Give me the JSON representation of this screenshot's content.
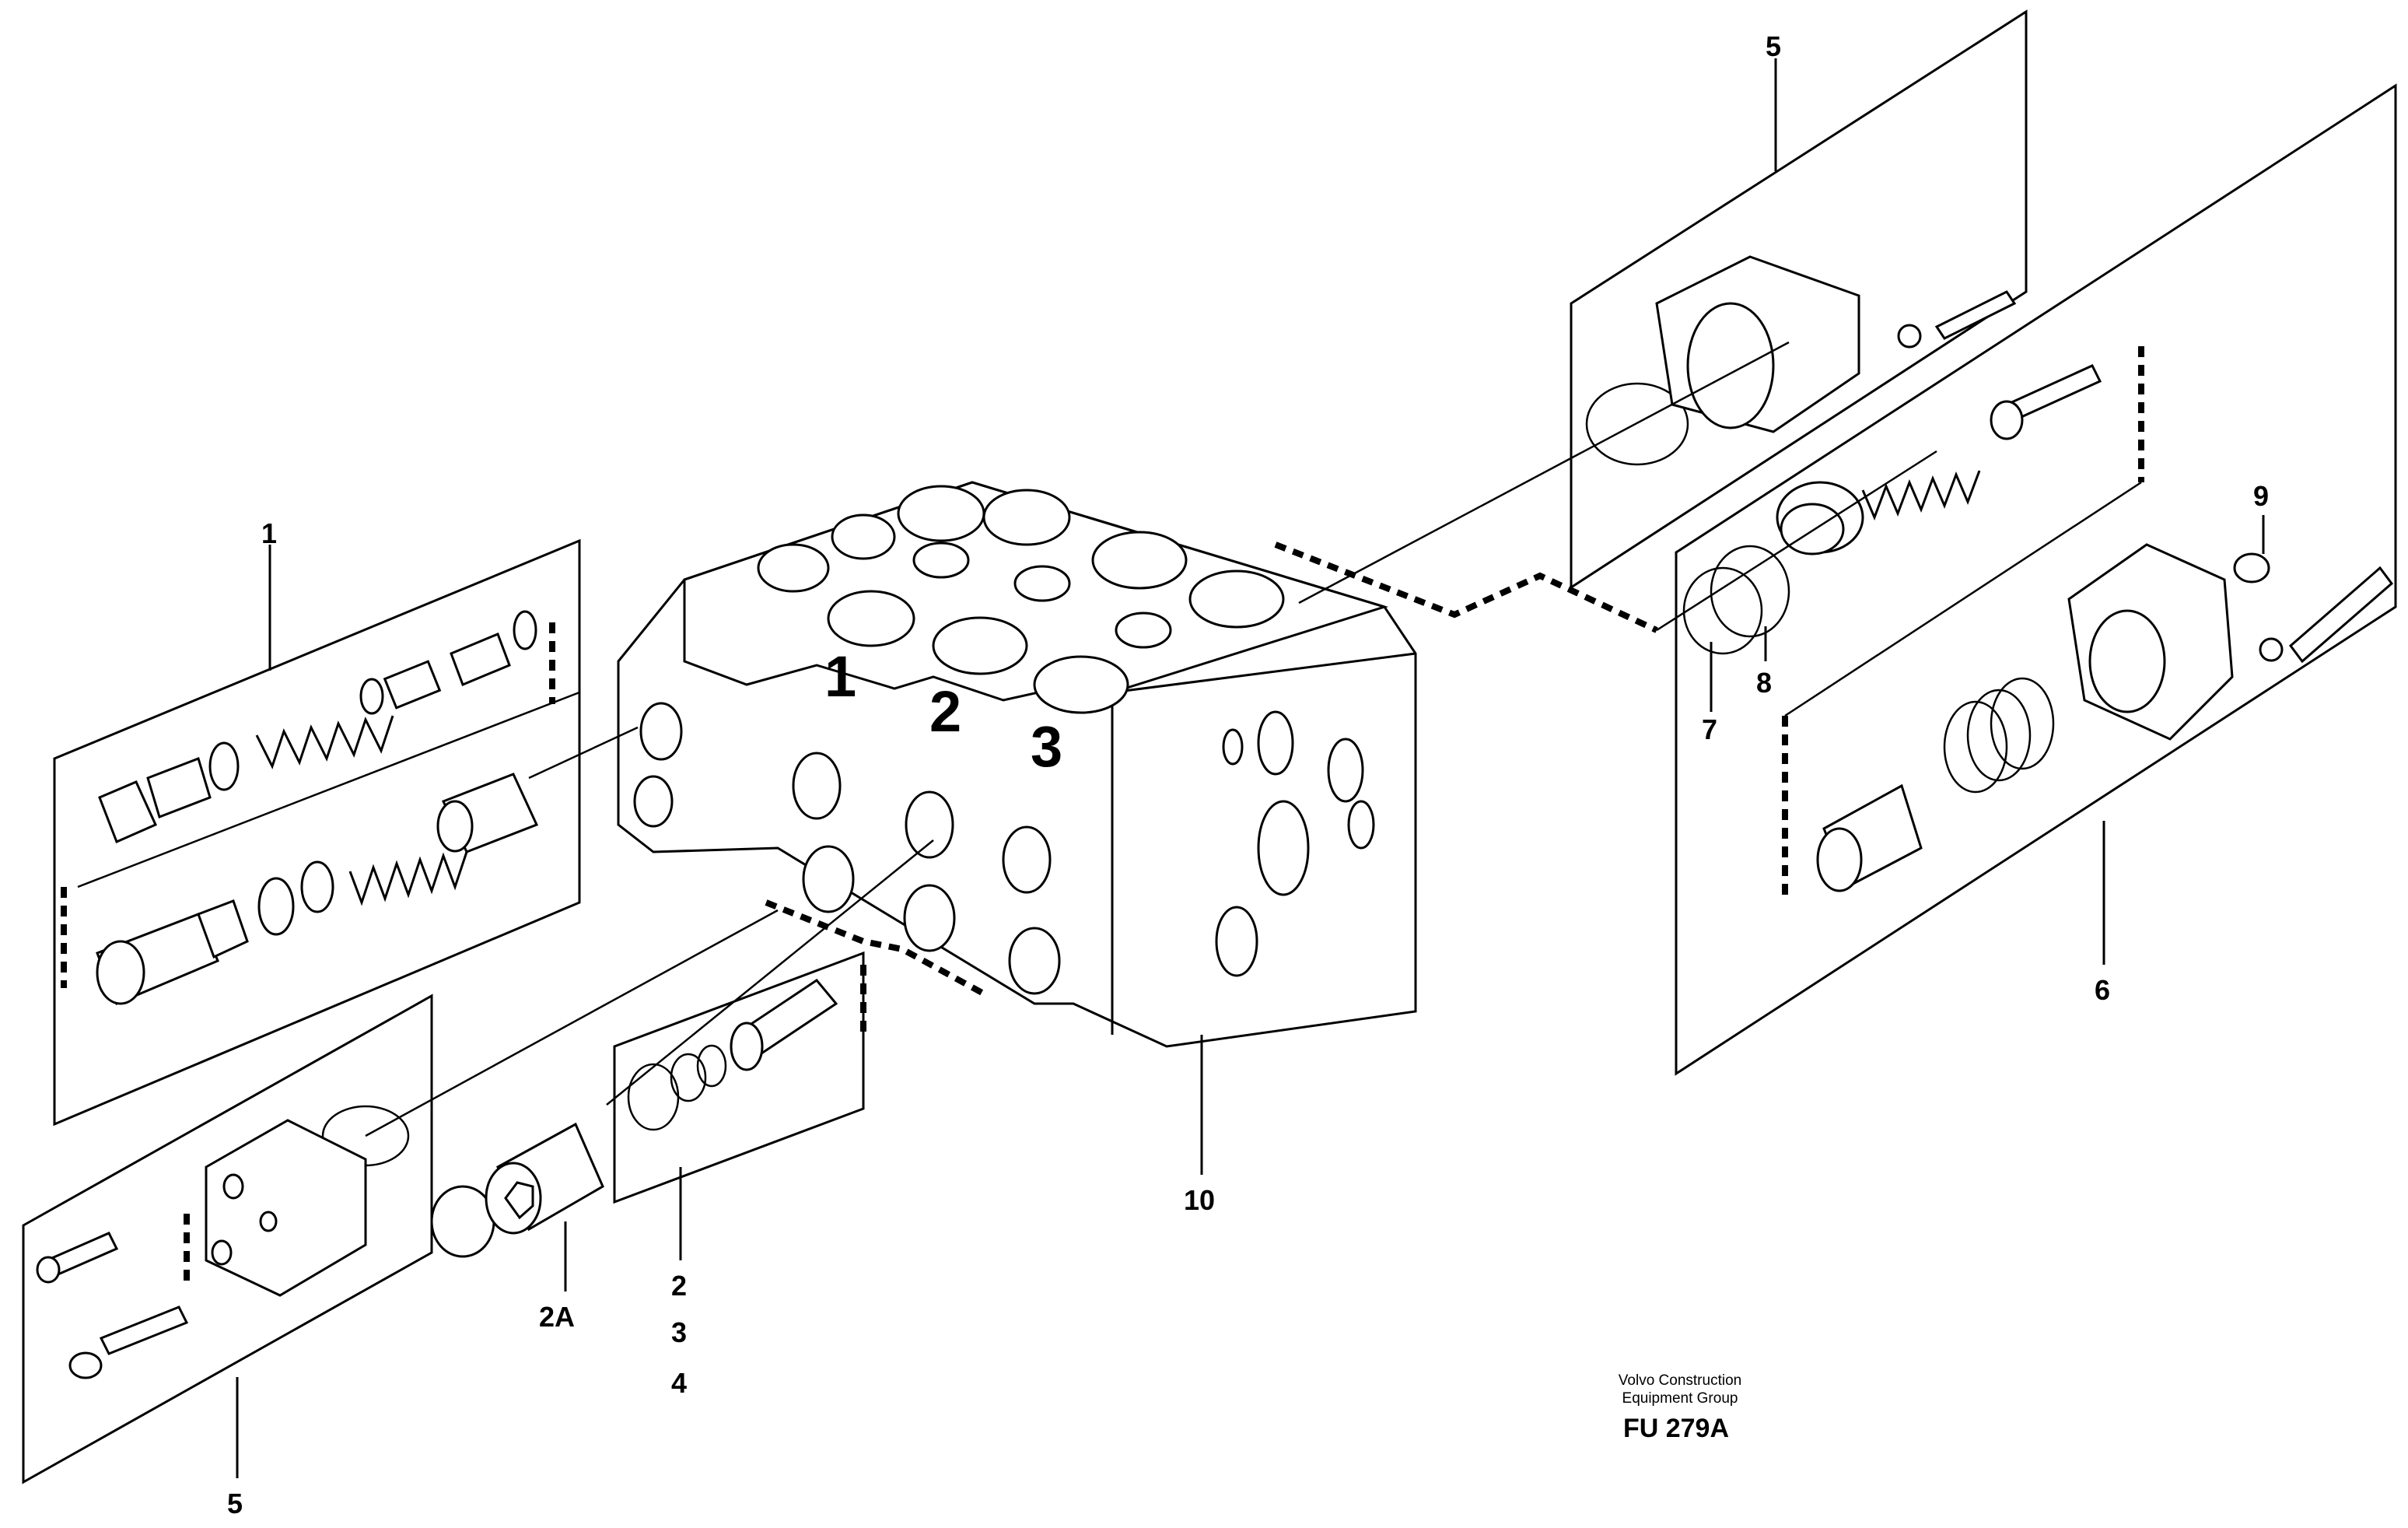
{
  "callouts": {
    "c1": "1",
    "c2": "2",
    "c2A": "2A",
    "c3": "3",
    "c4": "4",
    "c5_top": "5",
    "c5_bottom": "5",
    "c6": "6",
    "c7": "7",
    "c8": "8",
    "c9": "9",
    "c10": "10"
  },
  "section_marks": {
    "m1": "1",
    "m2": "2",
    "m3": "3"
  },
  "footer": {
    "company_line1": "Volvo Construction",
    "company_line2": "Equipment Group",
    "figure_code": "FU 279A"
  }
}
